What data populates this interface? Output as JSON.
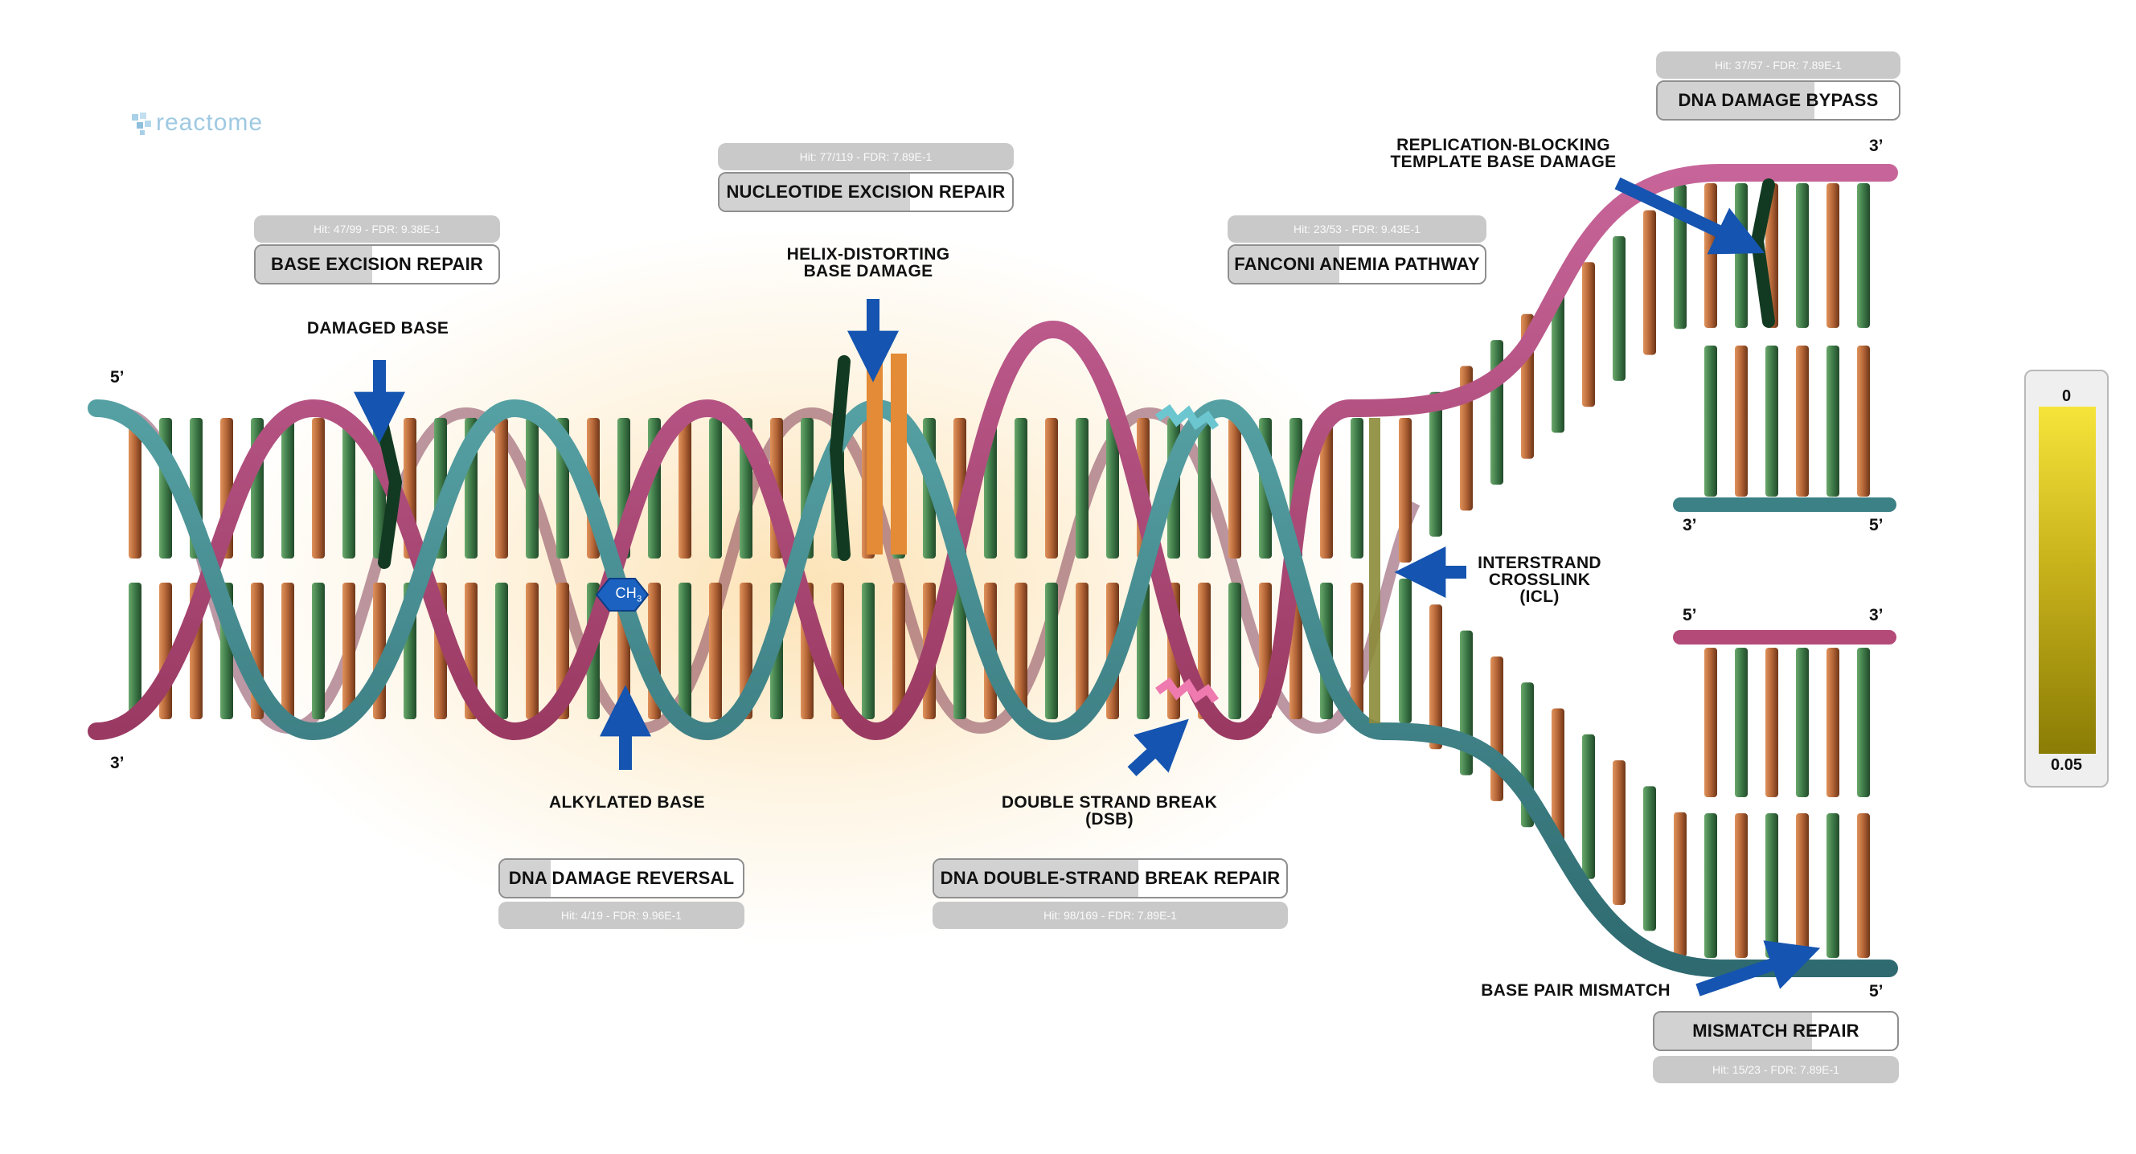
{
  "logo": {
    "text": "reactome"
  },
  "labels": {
    "damaged_base": "DAMAGED BASE",
    "helix_distorting": "HELIX-DISTORTING\nBASE DAMAGE",
    "replication_blocking": "REPLICATION-BLOCKING\nTEMPLATE BASE DAMAGE",
    "alkylated_base": "ALKYLATED BASE",
    "dsb": "DOUBLE STRAND BREAK\n(DSB)",
    "icl": "INTERSTRAND\nCROSSLINK\n(ICL)",
    "mismatch": "BASE PAIR MISMATCH",
    "ch3": "CH"
  },
  "strand_ends": {
    "left_top": "5’",
    "left_bottom": "3’",
    "ur_top": "3’",
    "ur_bottom_left": "3’",
    "ur_bottom_right": "5’",
    "lr_top_left": "5’",
    "lr_top_right": "3’",
    "lr_bottom": "5’"
  },
  "pathways": {
    "ber": {
      "title": "BASE EXCISION REPAIR",
      "hit": "Hit: 47/99 - FDR: 9.38E-1"
    },
    "ner": {
      "title": "NUCLEOTIDE EXCISION REPAIR",
      "hit": "Hit: 77/119 - FDR: 7.89E-1"
    },
    "fanconi": {
      "title": "FANCONI ANEMIA PATHWAY",
      "hit": "Hit: 23/53 - FDR: 9.43E-1"
    },
    "bypass": {
      "title": "DNA DAMAGE BYPASS",
      "hit": "Hit: 37/57 - FDR: 7.89E-1"
    },
    "reversal": {
      "title": "DNA DAMAGE REVERSAL",
      "hit": "Hit: 4/19 - FDR: 9.96E-1"
    },
    "dsbr": {
      "title": "DNA DOUBLE-STRAND BREAK REPAIR",
      "hit": "Hit: 98/169 - FDR: 7.89E-1"
    },
    "mmr": {
      "title": "MISMATCH REPAIR",
      "hit": "Hit: 15/23 - FDR: 7.89E-1"
    }
  },
  "legend": {
    "min": "0",
    "max": "0.05"
  },
  "colors": {
    "teal_strand": "#3b8186",
    "pink_strand": "#b34a78",
    "green_base": "#3e7a48",
    "orange_base": "#b46537",
    "arrow_blue": "#1554b0",
    "legend_top": "#f6e43a",
    "legend_bottom": "#8a7c05"
  }
}
